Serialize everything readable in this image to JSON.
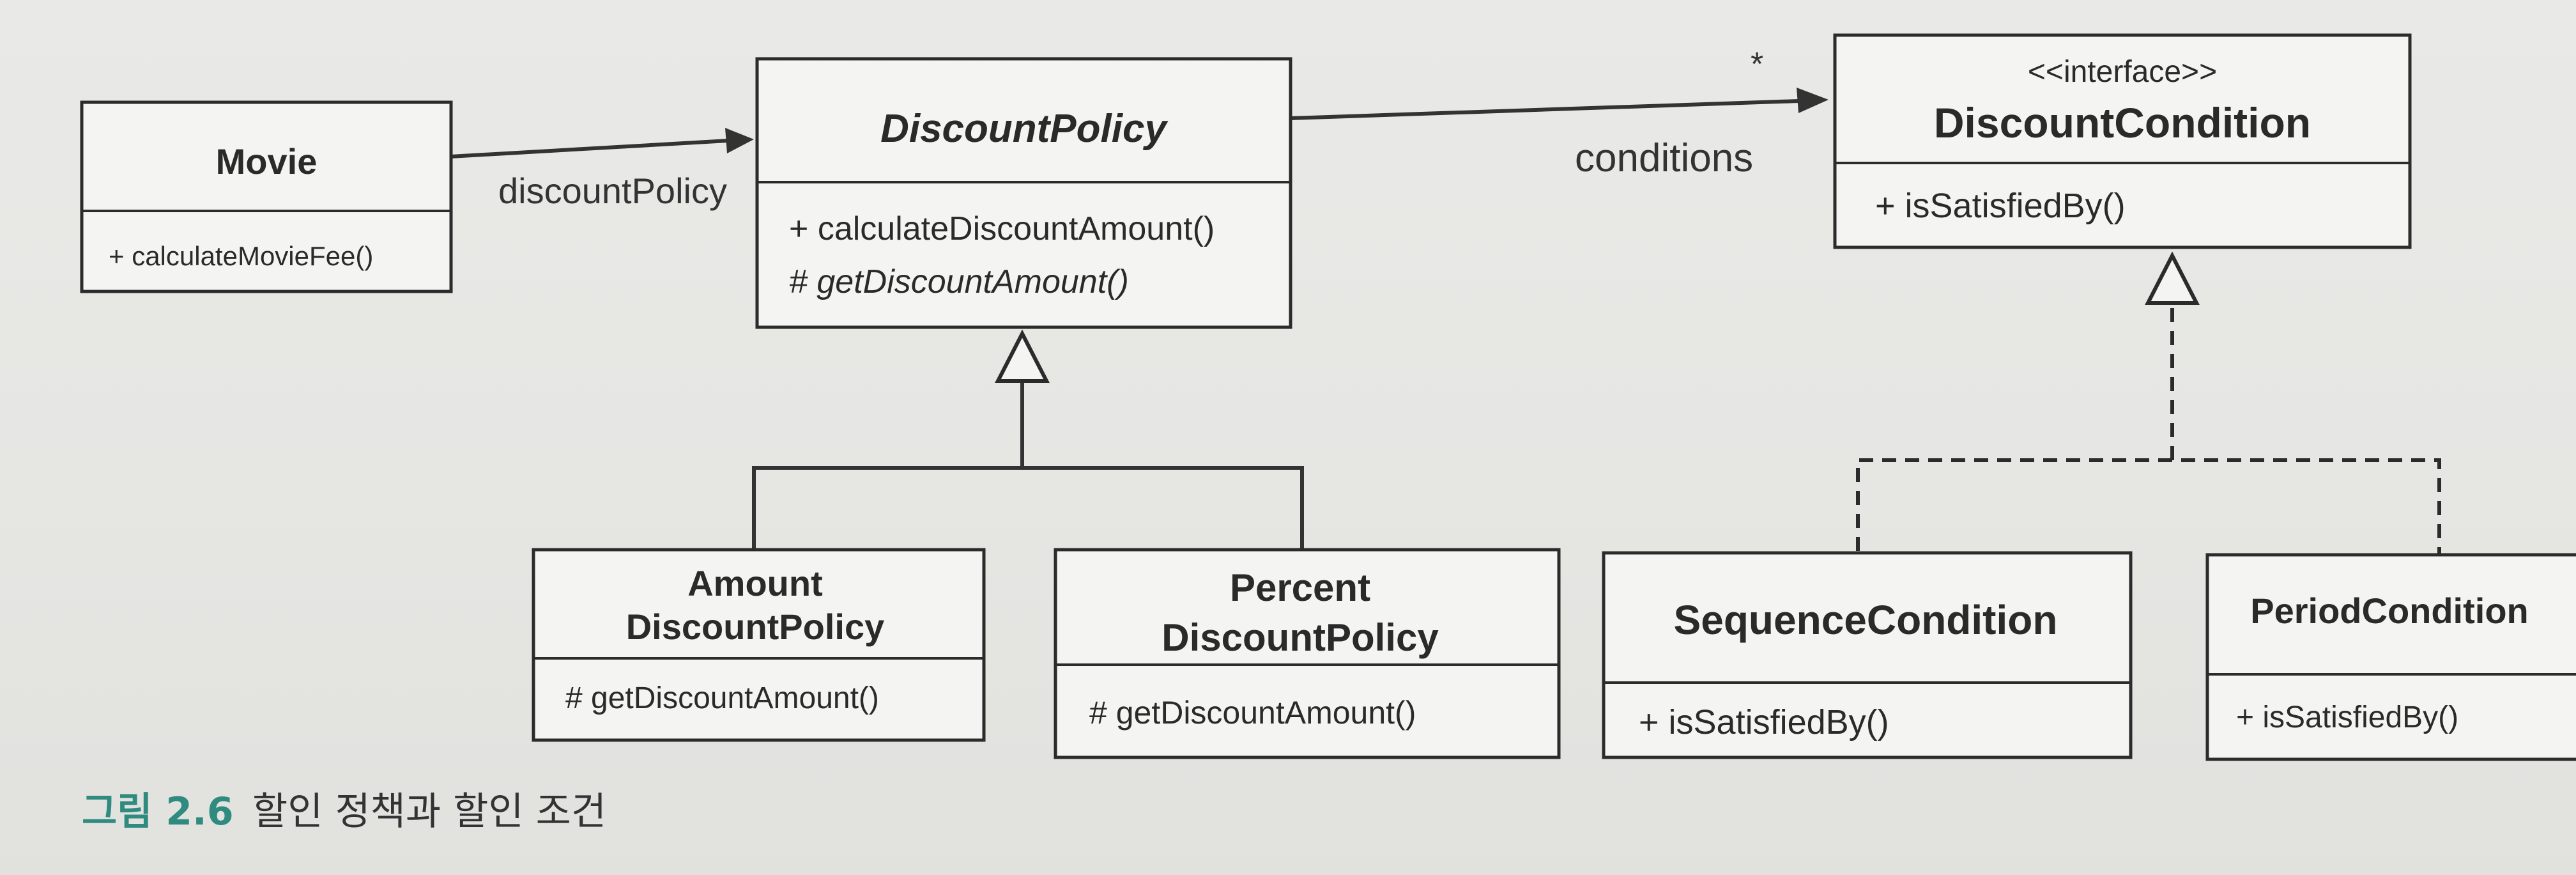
{
  "diagram": {
    "classes": {
      "movie": {
        "name": "Movie",
        "members": [
          "+ calculateMovieFee()"
        ]
      },
      "discount_policy": {
        "name": "DiscountPolicy",
        "members": [
          "+ calculateDiscountAmount()",
          "# getDiscountAmount()"
        ]
      },
      "discount_condition": {
        "stereotype": "<<interface>>",
        "name": "DiscountCondition",
        "members": [
          "+ isSatisfiedBy()"
        ]
      },
      "amount_discount_policy": {
        "name_line1": "Amount",
        "name_line2": "DiscountPolicy",
        "members": [
          "# getDiscountAmount()"
        ]
      },
      "percent_discount_policy": {
        "name_line1": "Percent",
        "name_line2": "DiscountPolicy",
        "members": [
          "# getDiscountAmount()"
        ]
      },
      "sequence_condition": {
        "name": "SequenceCondition",
        "members": [
          "+ isSatisfiedBy()"
        ]
      },
      "period_condition": {
        "name": "PeriodCondition",
        "members": [
          "+ isSatisfiedBy()"
        ]
      }
    },
    "associations": {
      "movie_to_policy": {
        "role": "discountPolicy"
      },
      "policy_to_condition": {
        "role": "conditions",
        "multiplicity": "*"
      }
    }
  },
  "caption": {
    "number": "그림 2.6",
    "text": "할인 정책과 할인 조건"
  }
}
